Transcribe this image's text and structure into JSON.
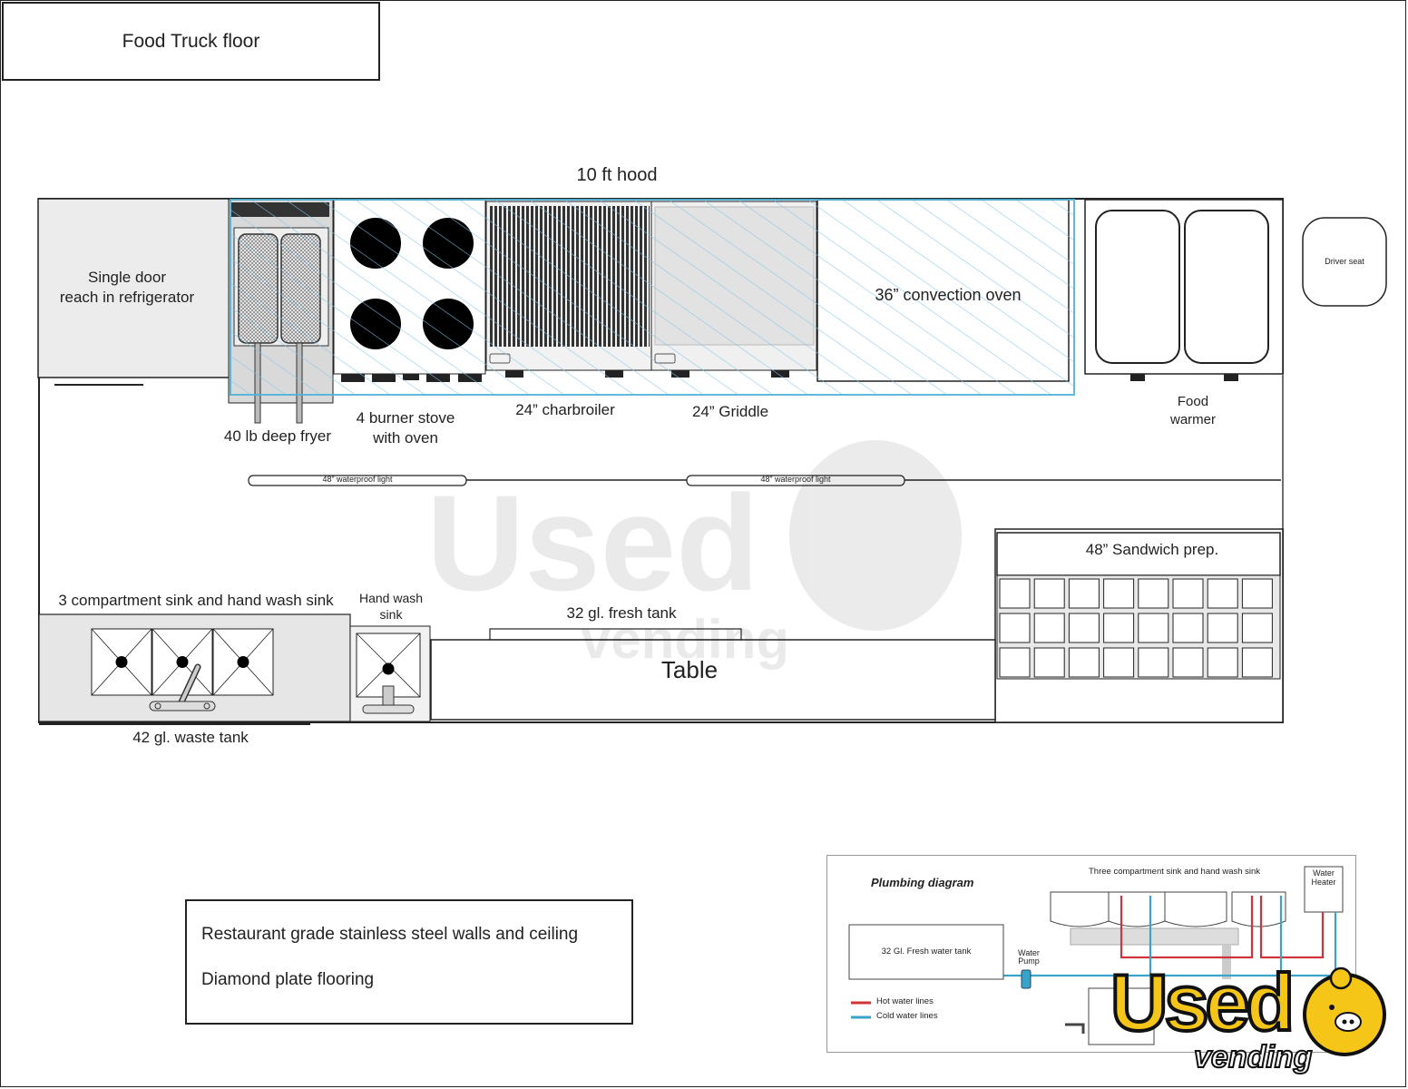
{
  "title": "Food Truck floor",
  "hood_label": "10 ft hood",
  "equipment": {
    "refrigerator": "Single door\nreach in refrigerator",
    "fryer": "40 lb deep fryer",
    "stove": "4 burner stove\nwith oven",
    "charbroiler": "24” charbroiler",
    "griddle": "24” Griddle",
    "oven": "36” convection oven",
    "food_warmer": "Food\nwarmer",
    "driver_seat": "Driver seat",
    "light": "48” waterproof light",
    "sandwich_prep": "48” Sandwich prep.",
    "compartment_sink": "3 compartment sink and hand wash sink",
    "hand_wash_sink": "Hand wash\nsink",
    "fresh_tank": "32 gl. fresh  tank",
    "table": "Table",
    "waste_tank": "42 gl. waste tank"
  },
  "notes": [
    "Restaurant grade stainless steel walls and ceiling",
    "Diamond plate flooring"
  ],
  "plumbing": {
    "title": "Plumbing diagram",
    "sink_label": "Three compartment sink and hand wash sink",
    "water_heater": "Water\nHeater",
    "fresh_water_tank": "32 Gl.  Fresh water tank",
    "water_pump": "Water\nPump",
    "legend": [
      {
        "label": "Hot  water  lines",
        "color": "#d0343a"
      },
      {
        "label": "Cold water lines",
        "color": "#3aa3c9"
      }
    ]
  },
  "watermark": {
    "text": "Used",
    "sub": "vending"
  },
  "colors": {
    "hood": "#4fb3d9",
    "line": "#222222",
    "equipment_fill": "#ececec",
    "logo_yellow": "#f5c518"
  }
}
